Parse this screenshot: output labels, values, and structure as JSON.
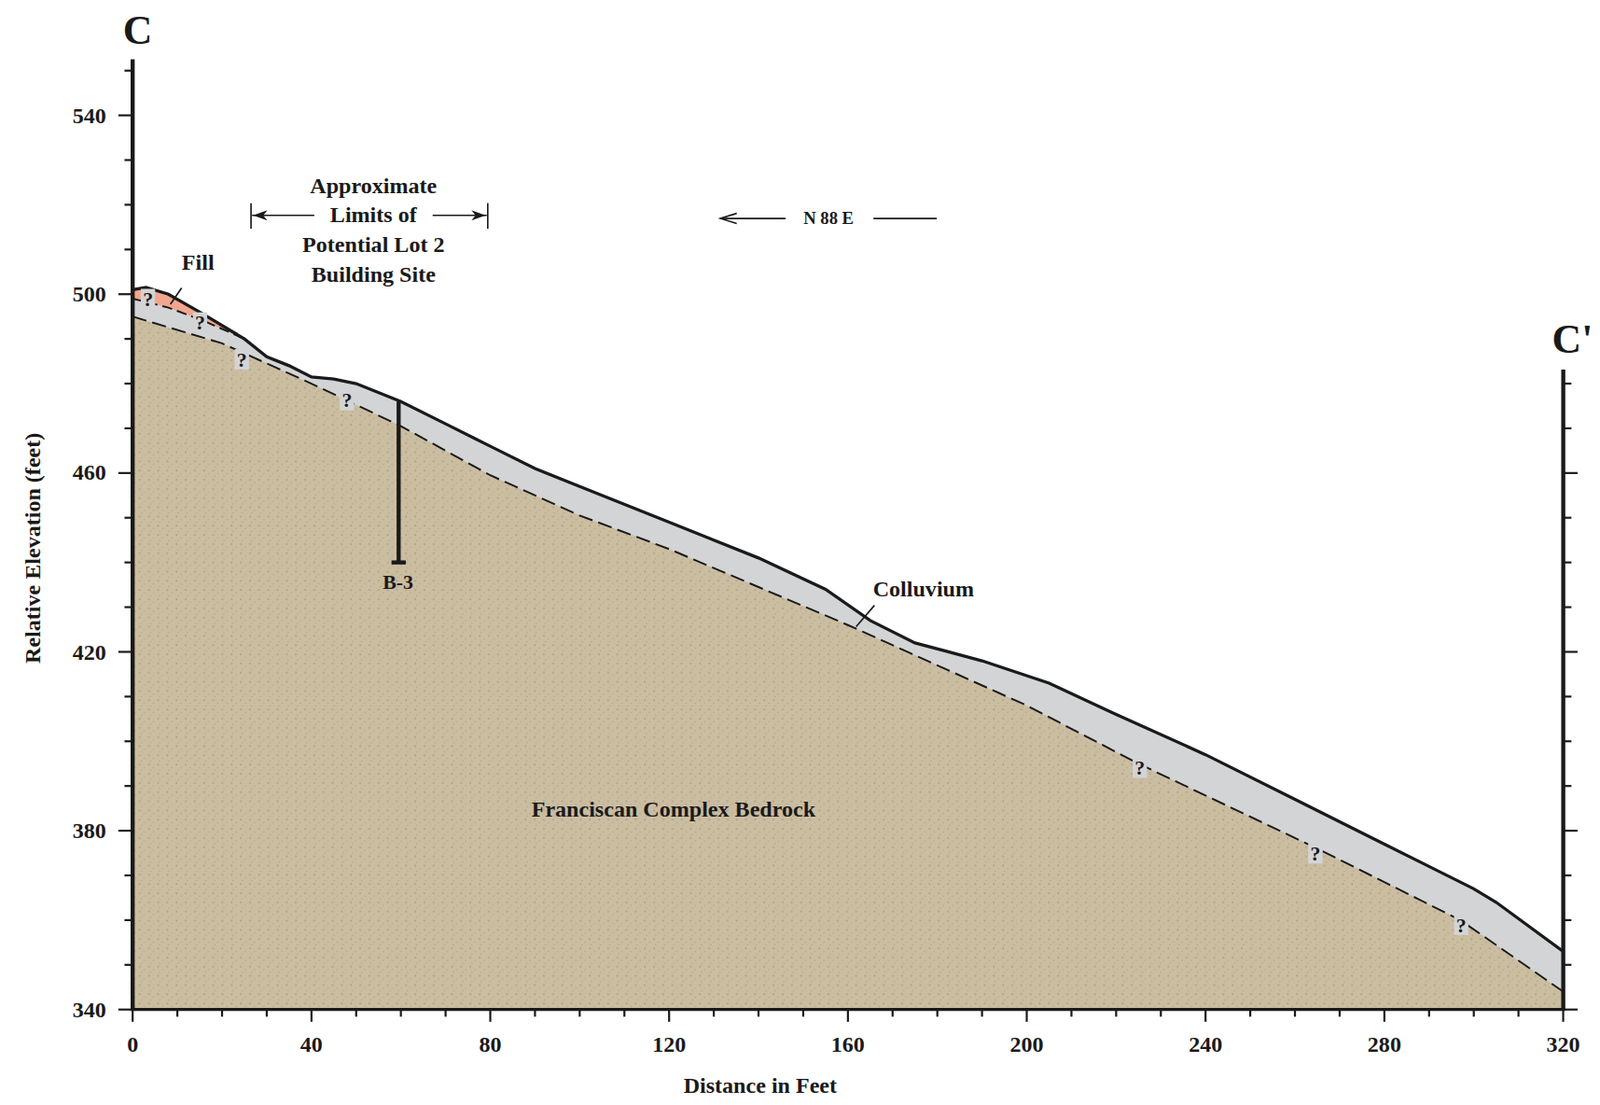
{
  "diagram": {
    "labels": [
      "C",
      "C'",
      "540",
      "500",
      "460",
      "420",
      "380",
      "340",
      "0",
      "40",
      "80",
      "120",
      "160",
      "200",
      "240",
      "280",
      "320",
      "Relative Elevation (feet)",
      "Distance in Feet",
      "Approximate Limits of Potential Lot 2 Building Site",
      "N 88 E",
      "Fill",
      "Colluvium",
      "Franciscan Complex Bedrock",
      "B-3",
      "?",
      "?",
      "?",
      "?",
      "?",
      "?",
      "?"
    ]
  }
}
